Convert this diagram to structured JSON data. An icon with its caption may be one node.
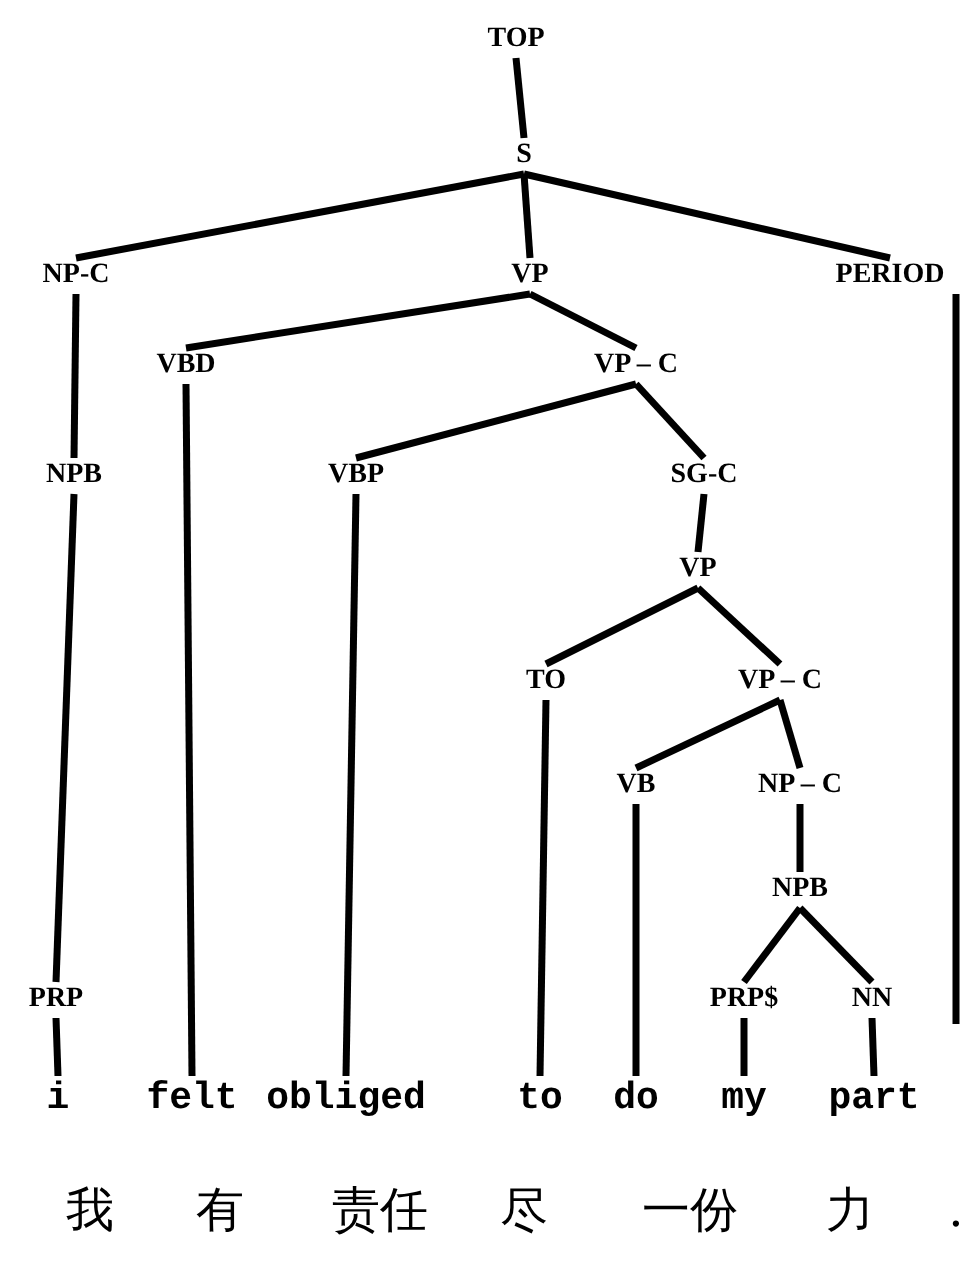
{
  "diagram": {
    "nodes": [
      {
        "text": [
          "TOP"
        ]
      },
      {
        "text": [
          "S"
        ]
      },
      {
        "text": [
          "NP-C"
        ]
      },
      {
        "text": [
          "VP"
        ]
      },
      {
        "text": [
          "PERIOD"
        ]
      },
      {
        "text": [
          "VBD"
        ]
      },
      {
        "text": [
          "VP – C"
        ]
      },
      {
        "text": [
          "NPB"
        ]
      },
      {
        "text": [
          "VBP"
        ]
      },
      {
        "text": [
          "SG-C"
        ]
      },
      {
        "text": [
          "VP"
        ]
      },
      {
        "text": [
          "TO"
        ]
      },
      {
        "text": [
          "VP – C"
        ]
      },
      {
        "text": [
          "VB"
        ]
      },
      {
        "text": [
          "NP – C"
        ]
      },
      {
        "text": [
          "NPB"
        ]
      },
      {
        "text": [
          "PRP"
        ]
      },
      {
        "text": [
          "PRP$"
        ]
      },
      {
        "text": [
          "NN"
        ]
      },
      {
        "text": [
          "i"
        ]
      },
      {
        "text": [
          "felt"
        ]
      },
      {
        "text": [
          "obliged"
        ]
      },
      {
        "text": [
          "to"
        ]
      },
      {
        "text": [
          "do"
        ]
      },
      {
        "text": [
          "my"
        ]
      },
      {
        "text": [
          "part"
        ]
      }
    ],
    "edges": [
      {
        "from": 0,
        "to": 1,
        "arrow": "none"
      },
      {
        "from": 1,
        "to": 2,
        "arrow": "none"
      },
      {
        "from": 1,
        "to": 3,
        "arrow": "none"
      },
      {
        "from": 1,
        "to": 4,
        "arrow": "none"
      },
      {
        "from": 3,
        "to": 5,
        "arrow": "none"
      },
      {
        "from": 3,
        "to": 6,
        "arrow": "none"
      },
      {
        "from": 2,
        "to": 7,
        "arrow": "none"
      },
      {
        "from": 6,
        "to": 8,
        "arrow": "none"
      },
      {
        "from": 6,
        "to": 9,
        "arrow": "none"
      },
      {
        "from": 9,
        "to": 10,
        "arrow": "none"
      },
      {
        "from": 10,
        "to": 11,
        "arrow": "none"
      },
      {
        "from": 10,
        "to": 12,
        "arrow": "none"
      },
      {
        "from": 12,
        "to": 13,
        "arrow": "none"
      },
      {
        "from": 12,
        "to": 14,
        "arrow": "none"
      },
      {
        "from": 14,
        "to": 15,
        "arrow": "none"
      },
      {
        "from": 7,
        "to": 16,
        "arrow": "none"
      },
      {
        "from": 15,
        "to": 17,
        "arrow": "none"
      },
      {
        "from": 15,
        "to": 18,
        "arrow": "none"
      },
      {
        "from": 16,
        "to": 19,
        "arrow": "none"
      },
      {
        "from": 5,
        "to": 20,
        "arrow": "none"
      },
      {
        "from": 8,
        "to": 21,
        "arrow": "none"
      },
      {
        "from": 11,
        "to": 22,
        "arrow": "none"
      },
      {
        "from": 13,
        "to": 23,
        "arrow": "none"
      },
      {
        "from": 17,
        "to": 24,
        "arrow": "none"
      },
      {
        "from": 18,
        "to": 25,
        "arrow": "none"
      },
      {
        "from": 4,
        "to": null,
        "arrow": "none"
      }
    ],
    "labels": [
      "我",
      "有",
      "责任",
      "尽",
      "一份",
      "力",
      "."
    ]
  }
}
